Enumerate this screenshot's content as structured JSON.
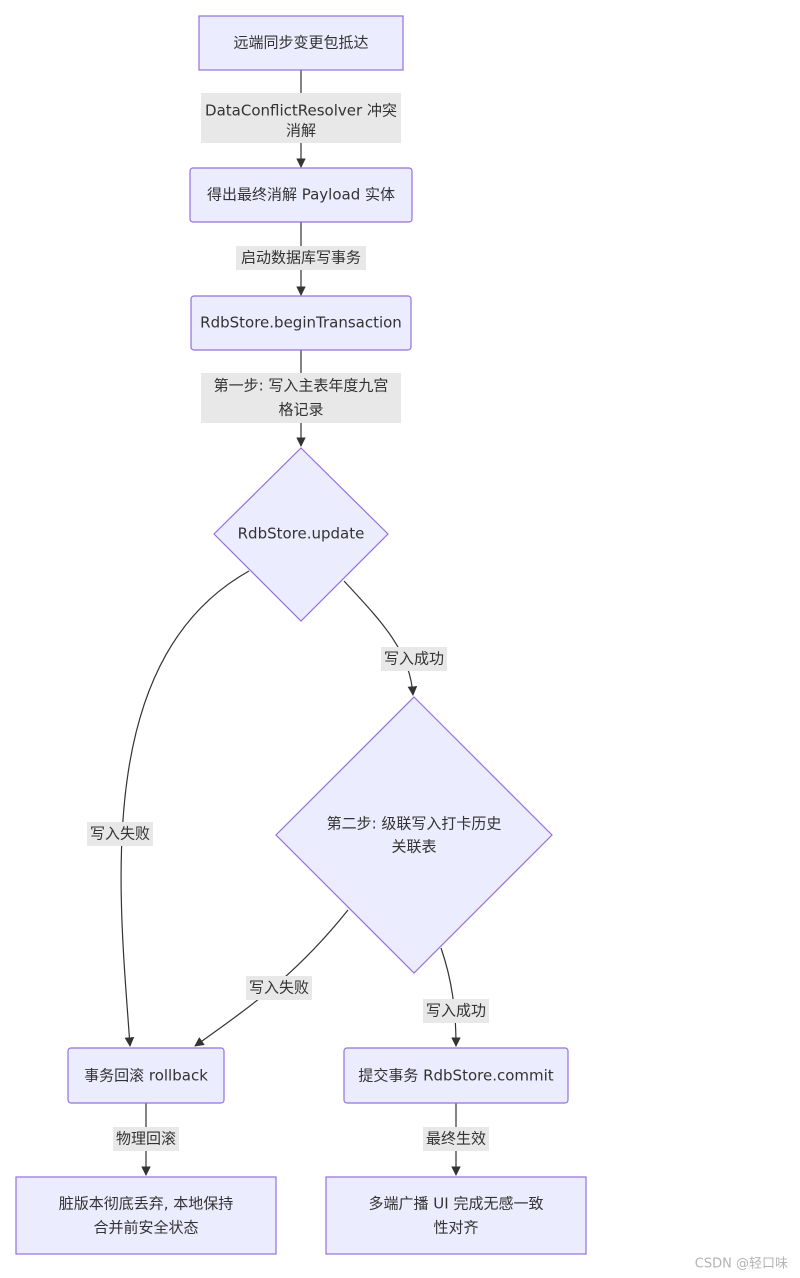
{
  "colors": {
    "node_fill": "#ececff",
    "node_stroke": "#9370db",
    "edge": "#333333",
    "label_bg": "#e8e8e8",
    "text": "#333333"
  },
  "nodes": {
    "n1": {
      "lines": [
        "远端同步变更包抵达"
      ]
    },
    "n2": {
      "lines": [
        "得出最终消解 Payload 实体"
      ]
    },
    "n3": {
      "lines": [
        "RdbStore.beginTransaction"
      ]
    },
    "n4": {
      "lines": [
        "RdbStore.update"
      ]
    },
    "n5": {
      "lines": [
        "第二步: 级联写入打卡历史",
        "关联表"
      ]
    },
    "n6": {
      "lines": [
        "事务回滚 rollback"
      ]
    },
    "n7": {
      "lines": [
        "提交事务 RdbStore.commit"
      ]
    },
    "n8": {
      "lines": [
        "脏版本彻底丢弃, 本地保持",
        "合并前安全状态"
      ]
    },
    "n9": {
      "lines": [
        "多端广播 UI 完成无感一致",
        "性对齐"
      ]
    }
  },
  "edges": {
    "e1": {
      "lines": [
        "DataConflictResolver 冲突",
        "消解"
      ]
    },
    "e2": {
      "lines": [
        "启动数据库写事务"
      ]
    },
    "e3": {
      "lines": [
        "第一步: 写入主表年度九宫",
        "格记录"
      ]
    },
    "e4": {
      "lines": [
        "写入失败"
      ]
    },
    "e5": {
      "lines": [
        "写入成功"
      ]
    },
    "e6": {
      "lines": [
        "写入失败"
      ]
    },
    "e7": {
      "lines": [
        "写入成功"
      ]
    },
    "e8": {
      "lines": [
        "物理回滚"
      ]
    },
    "e9": {
      "lines": [
        "最终生效"
      ]
    }
  },
  "watermark": "CSDN @轻口味"
}
